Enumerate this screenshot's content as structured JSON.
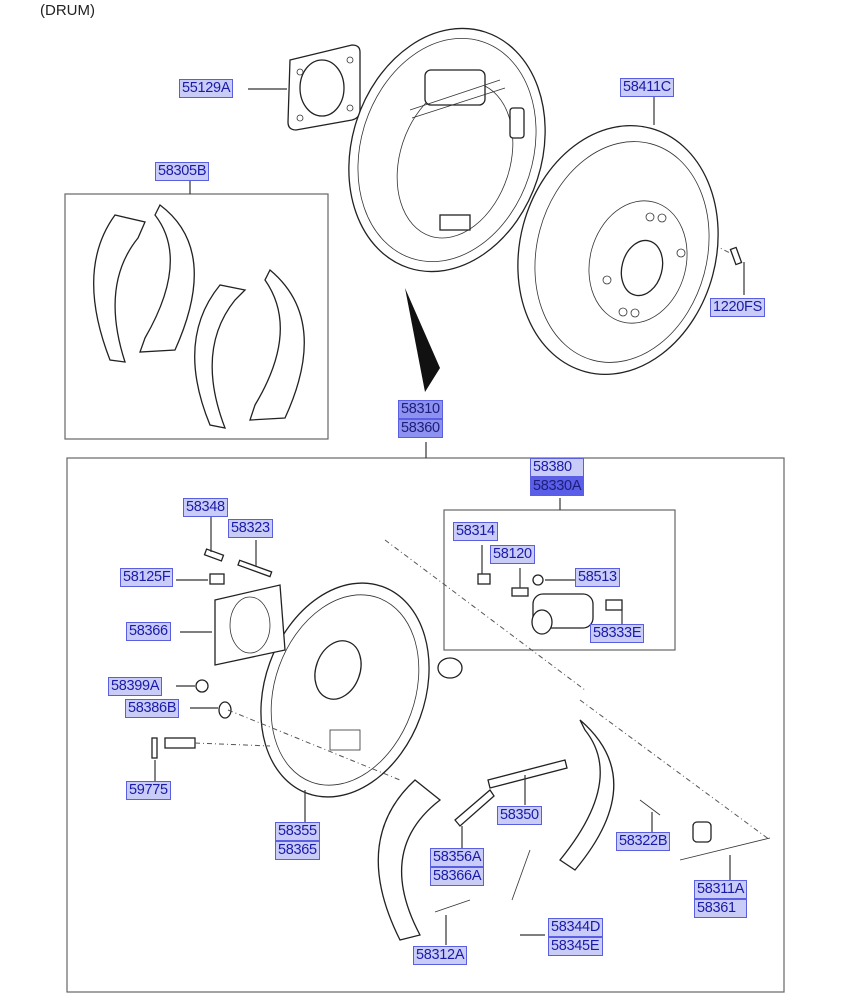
{
  "title": "(DRUM)",
  "labels": {
    "p55129A": "55129A",
    "p58305B": "58305B",
    "p58411C": "58411C",
    "p1220FS": "1220FS",
    "p58310": "58310",
    "p58360": "58360",
    "p58380": "58380",
    "p58330A": "58330A",
    "p58348": "58348",
    "p58323": "58323",
    "p58125F": "58125F",
    "p58366": "58366",
    "p58399A": "58399A",
    "p58386B": "58386B",
    "p59775": "59775",
    "p58355": "58355",
    "p58365": "58365",
    "p58314": "58314",
    "p58120": "58120",
    "p58513": "58513",
    "p58333E": "58333E",
    "p58350": "58350",
    "p58356A": "58356A",
    "p58366A": "58366A",
    "p58322B": "58322B",
    "p58311A": "58311A",
    "p58361": "58361",
    "p58344D": "58344D",
    "p58345E": "58345E",
    "p58312A": "58312A"
  },
  "selected_part": "58330A"
}
